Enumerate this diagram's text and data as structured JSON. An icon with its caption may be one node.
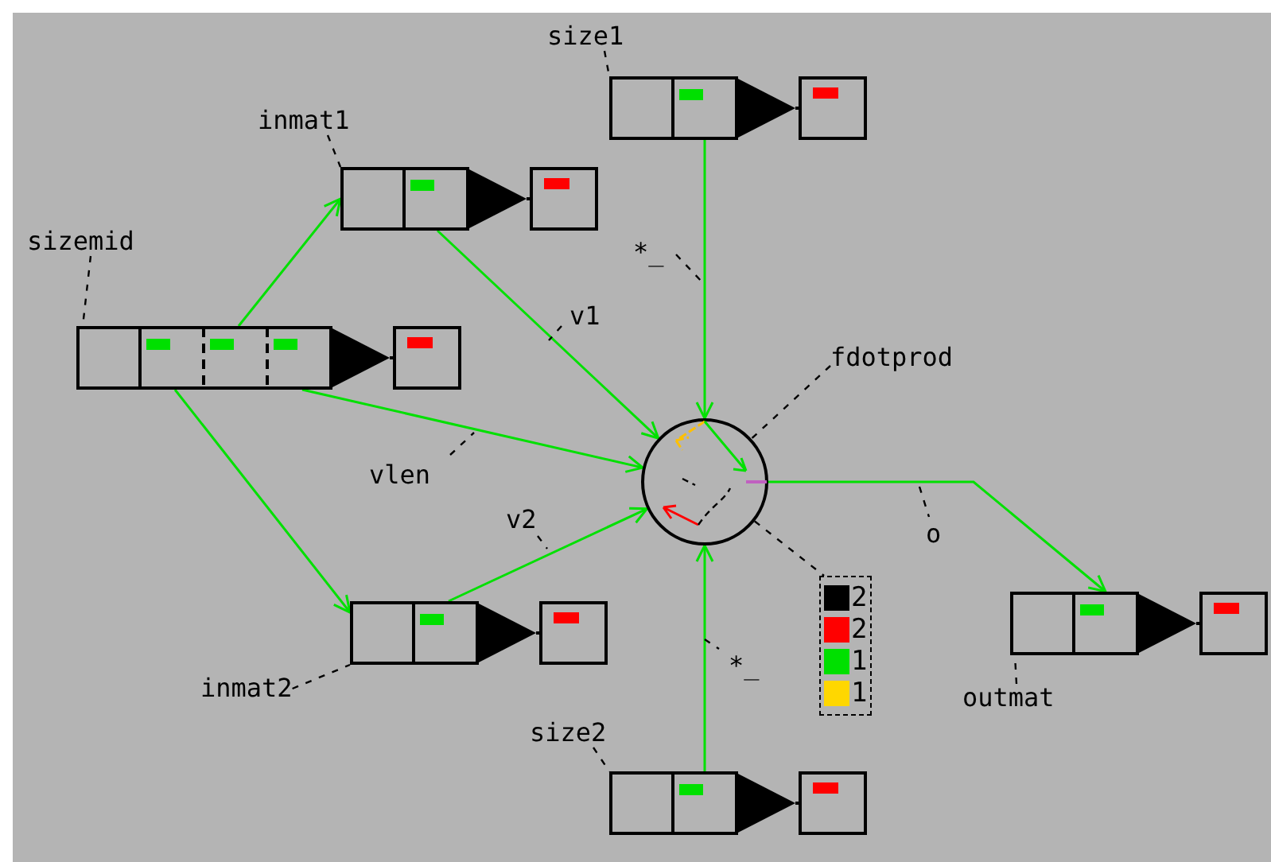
{
  "diagram": {
    "nodes": [
      {
        "text": [
          "size1"
        ]
      },
      {
        "text": [],
        "shape": "box"
      },
      {
        "text": [
          "inmat1"
        ]
      },
      {
        "text": [],
        "shape": "box"
      },
      {
        "text": [
          "sizemid"
        ]
      },
      {
        "text": [],
        "shape": "box"
      },
      {
        "text": [
          "fdotprod"
        ]
      },
      {
        "text": [],
        "shape": "circle"
      },
      {
        "text": [
          "inmat2"
        ]
      },
      {
        "text": [],
        "shape": "box"
      },
      {
        "text": [
          "size2"
        ]
      },
      {
        "text": [],
        "shape": "box"
      },
      {
        "text": [
          "outmat"
        ]
      },
      {
        "text": [],
        "shape": "box"
      },
      {
        "text": [],
        "shape": "box"
      }
    ],
    "edges": [
      {
        "from": 0,
        "to": 1,
        "arrow": "none",
        "style": "dashed",
        "color": "#000000"
      },
      {
        "from": 2,
        "to": 3,
        "arrow": "none",
        "style": "dashed",
        "color": "#000000"
      },
      {
        "from": 4,
        "to": 5,
        "arrow": "none",
        "style": "dashed",
        "color": "#000000"
      },
      {
        "from": 6,
        "to": 7,
        "arrow": "none",
        "style": "dashed",
        "color": "#000000"
      },
      {
        "from": 8,
        "to": 9,
        "arrow": "none",
        "style": "dashed",
        "color": "#000000"
      },
      {
        "from": 10,
        "to": 11,
        "arrow": "none",
        "style": "dashed",
        "color": "#000000"
      },
      {
        "from": 12,
        "to": 13,
        "arrow": "none",
        "style": "dashed",
        "color": "#000000"
      },
      {
        "from": 5,
        "to": 3,
        "arrow": "to",
        "color": "#00e000"
      },
      {
        "from": 5,
        "to": 9,
        "arrow": "to",
        "color": "#00e000"
      },
      {
        "from": 5,
        "to": 7,
        "arrow": "to",
        "label": "vlen",
        "color": "#00e000"
      },
      {
        "from": 3,
        "to": 7,
        "arrow": "to",
        "label": "v1",
        "color": "#00e000"
      },
      {
        "from": 9,
        "to": 7,
        "arrow": "to",
        "label": "v2",
        "color": "#00e000"
      },
      {
        "from": 1,
        "to": 7,
        "arrow": "to",
        "label": "*_",
        "color": "#00e000"
      },
      {
        "from": 11,
        "to": 7,
        "arrow": "to",
        "label": "*_",
        "color": "#00e000"
      },
      {
        "from": 7,
        "to": 13,
        "arrow": "to",
        "label": "o",
        "color": "#00e000"
      },
      {
        "from": 7,
        "to": 14,
        "arrow": "none",
        "style": "dashed",
        "color": "#000000"
      }
    ],
    "legend": [
      {
        "text": "2",
        "color": "#000000"
      },
      {
        "text": "2",
        "color": "#ff0000"
      },
      {
        "text": "1",
        "color": "#00e000"
      },
      {
        "text": "1",
        "color": "#ffd700"
      }
    ]
  }
}
